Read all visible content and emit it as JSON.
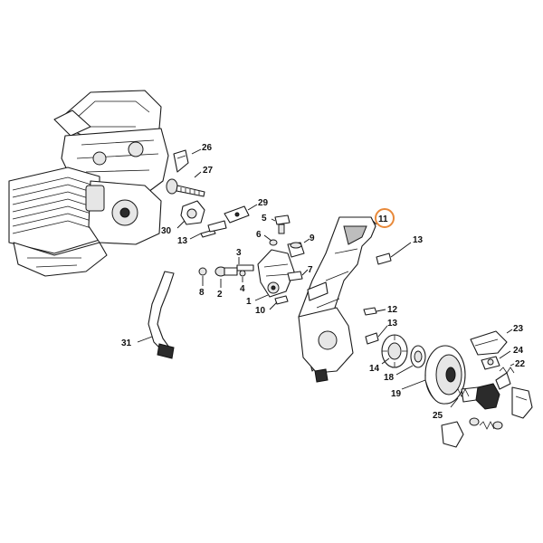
{
  "diagram": {
    "callouts": [
      {
        "id": "26",
        "label": "26"
      },
      {
        "id": "27",
        "label": "27"
      },
      {
        "id": "29",
        "label": "29"
      },
      {
        "id": "30",
        "label": "30"
      },
      {
        "id": "13a",
        "label": "13"
      },
      {
        "id": "5",
        "label": "5"
      },
      {
        "id": "6",
        "label": "6"
      },
      {
        "id": "9",
        "label": "9"
      },
      {
        "id": "7",
        "label": "7"
      },
      {
        "id": "3",
        "label": "3"
      },
      {
        "id": "2",
        "label": "2"
      },
      {
        "id": "4",
        "label": "4"
      },
      {
        "id": "8",
        "label": "8"
      },
      {
        "id": "1",
        "label": "1"
      },
      {
        "id": "10",
        "label": "10"
      },
      {
        "id": "11",
        "label": "11"
      },
      {
        "id": "13b",
        "label": "13"
      },
      {
        "id": "12",
        "label": "12"
      },
      {
        "id": "13c",
        "label": "13"
      },
      {
        "id": "14",
        "label": "14"
      },
      {
        "id": "18",
        "label": "18"
      },
      {
        "id": "19",
        "label": "19"
      },
      {
        "id": "23",
        "label": "23"
      },
      {
        "id": "24",
        "label": "24"
      },
      {
        "id": "22",
        "label": "22"
      },
      {
        "id": "25",
        "label": "25"
      },
      {
        "id": "31",
        "label": "31"
      }
    ],
    "highlighted_callout": "11",
    "highlight_color": "#e8893a"
  }
}
